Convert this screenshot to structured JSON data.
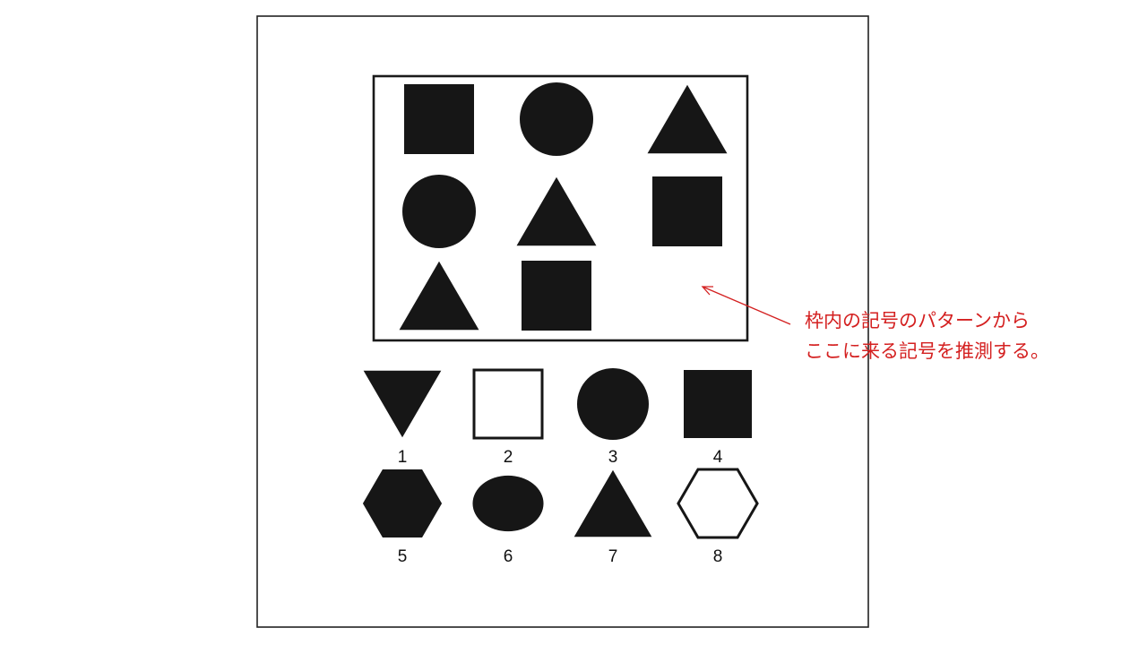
{
  "colors": {
    "shape_fill": "#161616",
    "outline": "#1a1a1a",
    "annotation": "#d42020",
    "background": "#ffffff"
  },
  "matrix": {
    "rows": [
      [
        "square",
        "circle",
        "triangle"
      ],
      [
        "circle",
        "triangle",
        "square"
      ],
      [
        "triangle",
        "square",
        "missing"
      ]
    ]
  },
  "options": [
    {
      "label": "1",
      "shape": "inverted-triangle",
      "style": "filled"
    },
    {
      "label": "2",
      "shape": "square",
      "style": "outline"
    },
    {
      "label": "3",
      "shape": "circle",
      "style": "filled"
    },
    {
      "label": "4",
      "shape": "square",
      "style": "filled"
    },
    {
      "label": "5",
      "shape": "hexagon",
      "style": "filled"
    },
    {
      "label": "6",
      "shape": "ellipse",
      "style": "filled"
    },
    {
      "label": "7",
      "shape": "triangle",
      "style": "filled"
    },
    {
      "label": "8",
      "shape": "hexagon",
      "style": "outline"
    }
  ],
  "annotation": {
    "line1": "枠内の記号のパターンから",
    "line2": "ここに来る記号を推測する。"
  }
}
